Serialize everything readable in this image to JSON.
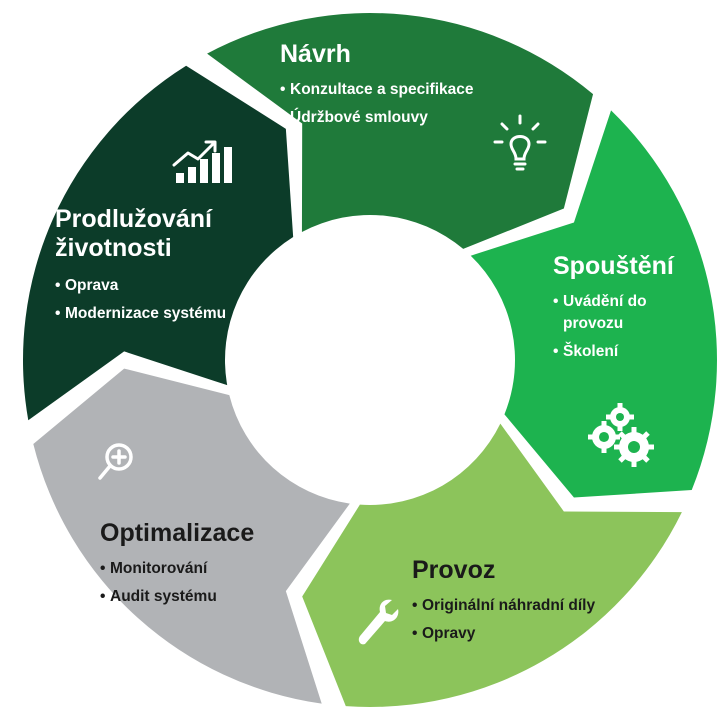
{
  "segments": [
    {
      "id": "navrh",
      "title": "Návrh",
      "items": [
        "Konzultace a specifikace",
        "Údržbové smlouvy"
      ],
      "color": "#1f7a3a",
      "icon": "lightbulb-icon"
    },
    {
      "id": "spousteni",
      "title": "Spouštění",
      "items": [
        "Uvádění do provozu",
        "Školení"
      ],
      "color": "#1db34f",
      "icon": "gears-icon"
    },
    {
      "id": "provoz",
      "title": "Provoz",
      "items": [
        "Originální náhradní díly",
        "Opravy"
      ],
      "color": "#8cc45b",
      "icon": "wrench-icon"
    },
    {
      "id": "optimalizace",
      "title": "Optimalizace",
      "items": [
        "Monitorování",
        "Audit systému"
      ],
      "color": "#b1b3b6",
      "icon": "magnifier-plus-icon"
    },
    {
      "id": "prodluzovani",
      "title": "Prodlužování životnosti",
      "items": [
        "Oprava",
        "Modernizace systému"
      ],
      "color": "#0c3c29",
      "icon": "growth-chart-icon"
    }
  ],
  "bullet": "•"
}
